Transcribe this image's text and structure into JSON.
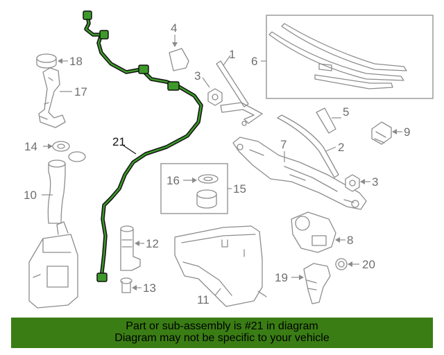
{
  "callouts": {
    "c1": "1",
    "c2": "2",
    "c3a": "3",
    "c3b": "3",
    "c4": "4",
    "c5": "5",
    "c6": "6",
    "c7": "7",
    "c8": "8",
    "c9": "9",
    "c10": "10",
    "c11": "11",
    "c12": "12",
    "c13": "13",
    "c14": "14",
    "c15": "15",
    "c16": "16",
    "c17": "17",
    "c18": "18",
    "c19": "19",
    "c20": "20",
    "c21": "21"
  },
  "highlight_color": "#3d9a2a",
  "banner": {
    "line1": "Part or sub-assembly is #21 in diagram",
    "line2": "Diagram may not be specific to your vehicle",
    "background": "#3a7d14"
  }
}
